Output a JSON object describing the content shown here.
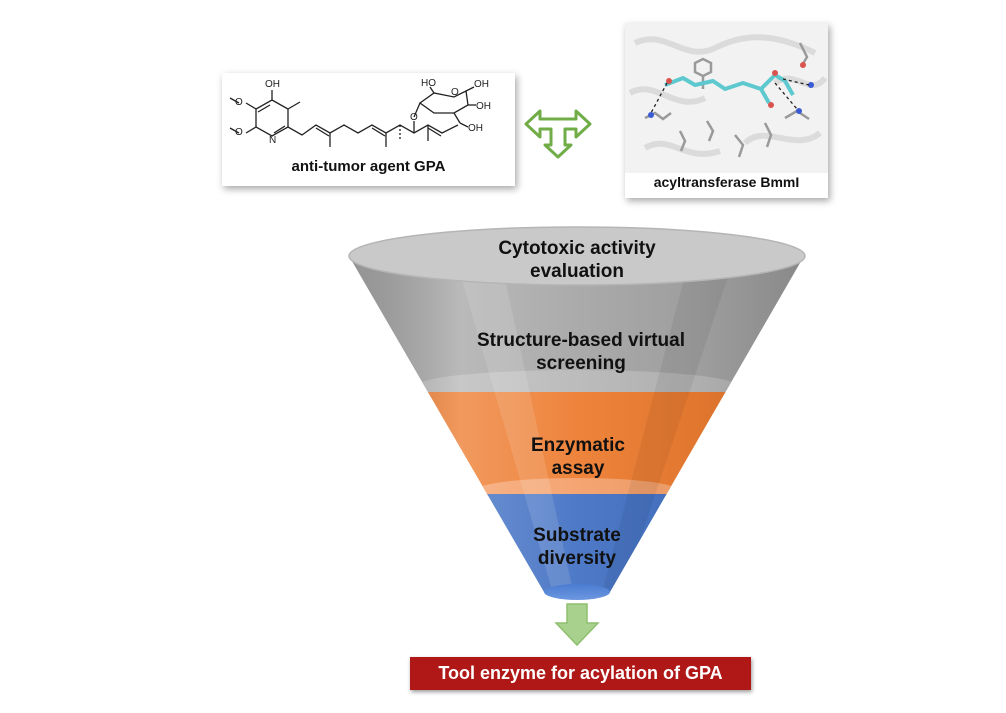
{
  "molecule_card": {
    "label": "anti-tumor agent GPA",
    "atoms": [
      "OH",
      "O",
      "O",
      "N",
      "O",
      "HO",
      "O",
      "OH",
      "OH",
      "OH"
    ]
  },
  "enzyme_card": {
    "label": "acyltransferase BmmI"
  },
  "funnel": {
    "stages": [
      {
        "label": "Cytotoxic activity evaluation",
        "lines": [
          "Cytotoxic activity",
          "evaluation"
        ],
        "color": "#a6a6a6"
      },
      {
        "label": "Structure-based virtual screening",
        "lines": [
          "Structure-based virtual",
          "screening"
        ],
        "color": "#959595"
      },
      {
        "label": "Enzymatic assay",
        "lines": [
          "Enzymatic",
          "assay"
        ],
        "color": "#ed7d31"
      },
      {
        "label": "Substrate diversity",
        "lines": [
          "Substrate",
          "diversity"
        ],
        "color": "#4472c4"
      }
    ]
  },
  "result": {
    "label": "Tool enzyme for acylation of GPA",
    "color": "#b01717"
  },
  "colors": {
    "arrow_green": "#a9d18e",
    "arrow_green_stroke": "#70ad47",
    "ligand_cyan": "#5ec8cf"
  }
}
